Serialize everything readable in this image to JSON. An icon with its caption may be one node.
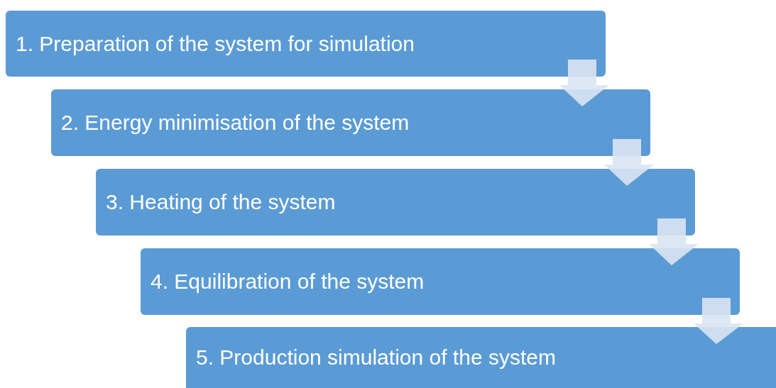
{
  "diagram": {
    "nodes": [
      {
        "text": [
          "1. Preparation of the system for simulation"
        ]
      },
      {
        "text": [
          "2. Energy minimisation of the system"
        ]
      },
      {
        "text": [
          "3. Heating of the system"
        ]
      },
      {
        "text": [
          "4. Equilibration of the system"
        ]
      },
      {
        "text": [
          "5. Production simulation of the system"
        ]
      }
    ],
    "edges": [
      {
        "from": 0,
        "to": 1,
        "arrow": "to"
      },
      {
        "from": 1,
        "to": 2,
        "arrow": "to"
      },
      {
        "from": 2,
        "to": 3,
        "arrow": "to"
      },
      {
        "from": 3,
        "to": 4,
        "arrow": "to"
      }
    ]
  }
}
